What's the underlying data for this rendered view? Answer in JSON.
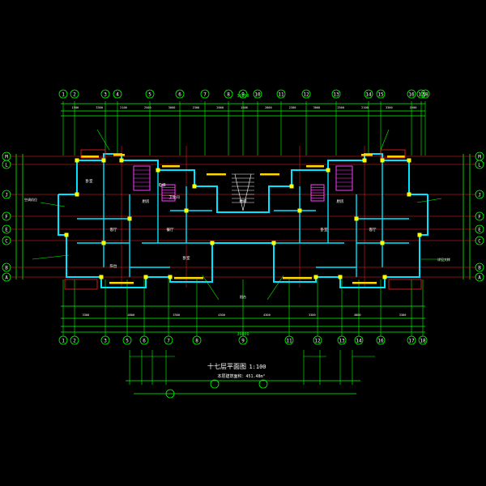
{
  "drawing": {
    "title": "十七层平面图",
    "scale": "1:100",
    "area_note": "本层建筑面积：451.48m²"
  },
  "colors": {
    "background": "#000000",
    "dimension": "#00ff00",
    "axis": "#ff2020",
    "wall": "#00e5ff",
    "column": "#ffff00",
    "furniture": "#ff3cff",
    "text": "#ffffff",
    "window": "#ffd700"
  },
  "grid": {
    "top_axes": [
      "1",
      "2",
      "3",
      "4",
      "5",
      "6",
      "7",
      "8",
      "9",
      "10",
      "11",
      "12",
      "13",
      "14",
      "15",
      "16",
      "17",
      "18"
    ],
    "bottom_axes": [
      "1",
      "2",
      "3",
      "5",
      "6",
      "7",
      "8",
      "9",
      "11",
      "12",
      "13",
      "14",
      "16",
      "17",
      "18"
    ],
    "left_axes": [
      "M",
      "L",
      "J",
      "F",
      "E",
      "C",
      "B",
      "A"
    ],
    "right_axes": [
      "M",
      "L",
      "J",
      "F",
      "E",
      "C",
      "B",
      "A"
    ]
  },
  "dimensions": {
    "overall": "39800",
    "top_segments": [
      "1900",
      "3300",
      "2100",
      "2500",
      "3000",
      "2300",
      "2000",
      "1800",
      "2000",
      "2300",
      "3000",
      "2500",
      "2100",
      "3300",
      "1900"
    ],
    "bottom_segments": [
      "3300",
      "4800",
      "3300",
      "4300",
      "4300",
      "3300",
      "4800",
      "3300"
    ]
  },
  "labels": {
    "rooms": [
      "卧室",
      "客厅",
      "厨房",
      "卫生间",
      "餐厅",
      "卧室",
      "阳台",
      "电梯",
      "楼梯",
      "卧室",
      "客厅",
      "厨房"
    ],
    "notes": [
      "空调机位",
      "阳台",
      "详见大样"
    ]
  }
}
